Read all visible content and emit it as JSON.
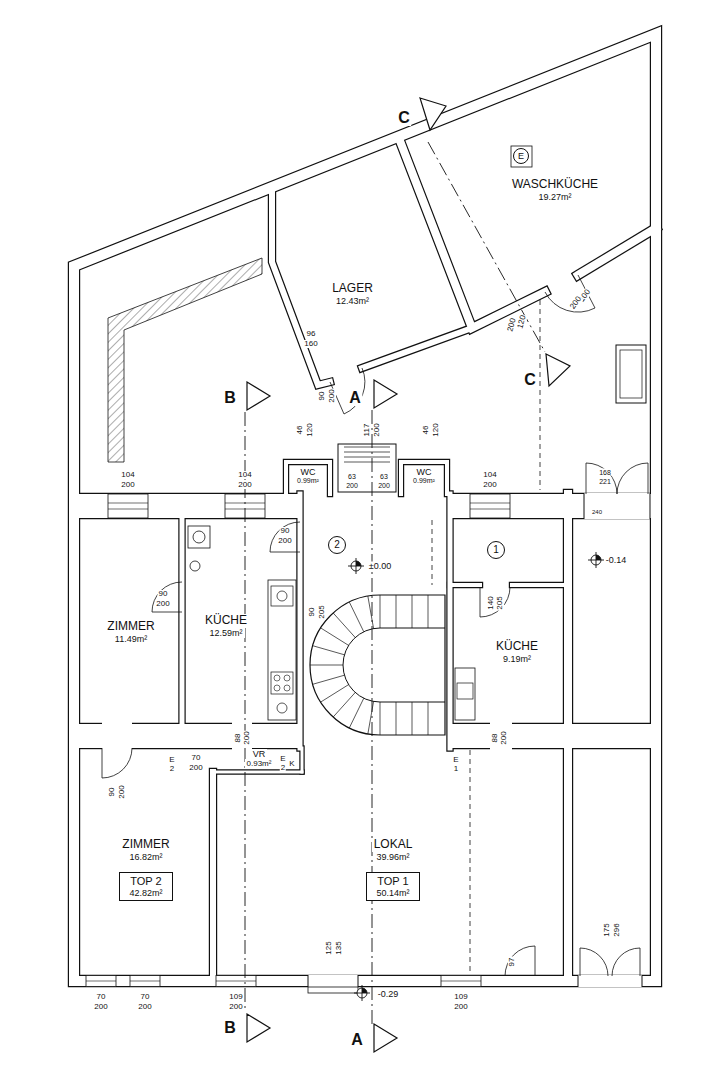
{
  "diagram": {
    "nodes": [
      {
        "text": [
          "WASCHKÜCHE",
          "19.27m²"
        ]
      },
      {
        "text": [
          "E"
        ],
        "in": 0
      },
      {
        "text": [
          "LAGER",
          "12.43m²"
        ]
      },
      {
        "text": [
          "WC",
          "0.99m²"
        ]
      },
      {
        "text": [
          "WC",
          "0.99m²"
        ]
      },
      {
        "text": [
          "2"
        ]
      },
      {
        "text": [
          "1"
        ]
      },
      {
        "text": [
          "ZIMMER",
          "11.49m²"
        ]
      },
      {
        "text": [
          "KÜCHE",
          "12.59m²"
        ]
      },
      {
        "text": [
          "KÜCHE",
          "9.19m²"
        ]
      },
      {
        "text": [
          "VR",
          "0.93m²"
        ]
      },
      {
        "text": [
          "ZIMMER",
          "16.82m²"
        ]
      },
      {
        "text": [
          "TOP 2",
          "42.82m²"
        ],
        "in": 11
      },
      {
        "text": [
          "LOKAL",
          "39.96m²"
        ]
      },
      {
        "text": [
          "TOP 1",
          "50.14m²"
        ],
        "in": 13
      }
    ],
    "labels": [
      "C",
      "100",
      "200",
      "120",
      "200",
      "C",
      "96",
      "160",
      "90",
      "200",
      "B",
      "A",
      "46",
      "120",
      "117",
      "200",
      "46",
      "120",
      "63",
      "200",
      "63",
      "200",
      "104",
      "200",
      "104",
      "200",
      "104",
      "200",
      "168",
      "221",
      "240",
      "90",
      "200",
      "±0.00",
      "-0.14",
      "90",
      "200",
      "140",
      "205",
      "90",
      "205",
      "90",
      "200",
      "70",
      "200",
      "88",
      "200",
      "E",
      "2",
      "E",
      "2",
      "K",
      "88",
      "200",
      "E",
      "1",
      "125",
      "135",
      "97",
      "175",
      "296",
      "-0.29",
      "70",
      "200",
      "70",
      "200",
      "109",
      "200",
      "109",
      "200",
      "B",
      "A"
    ]
  }
}
